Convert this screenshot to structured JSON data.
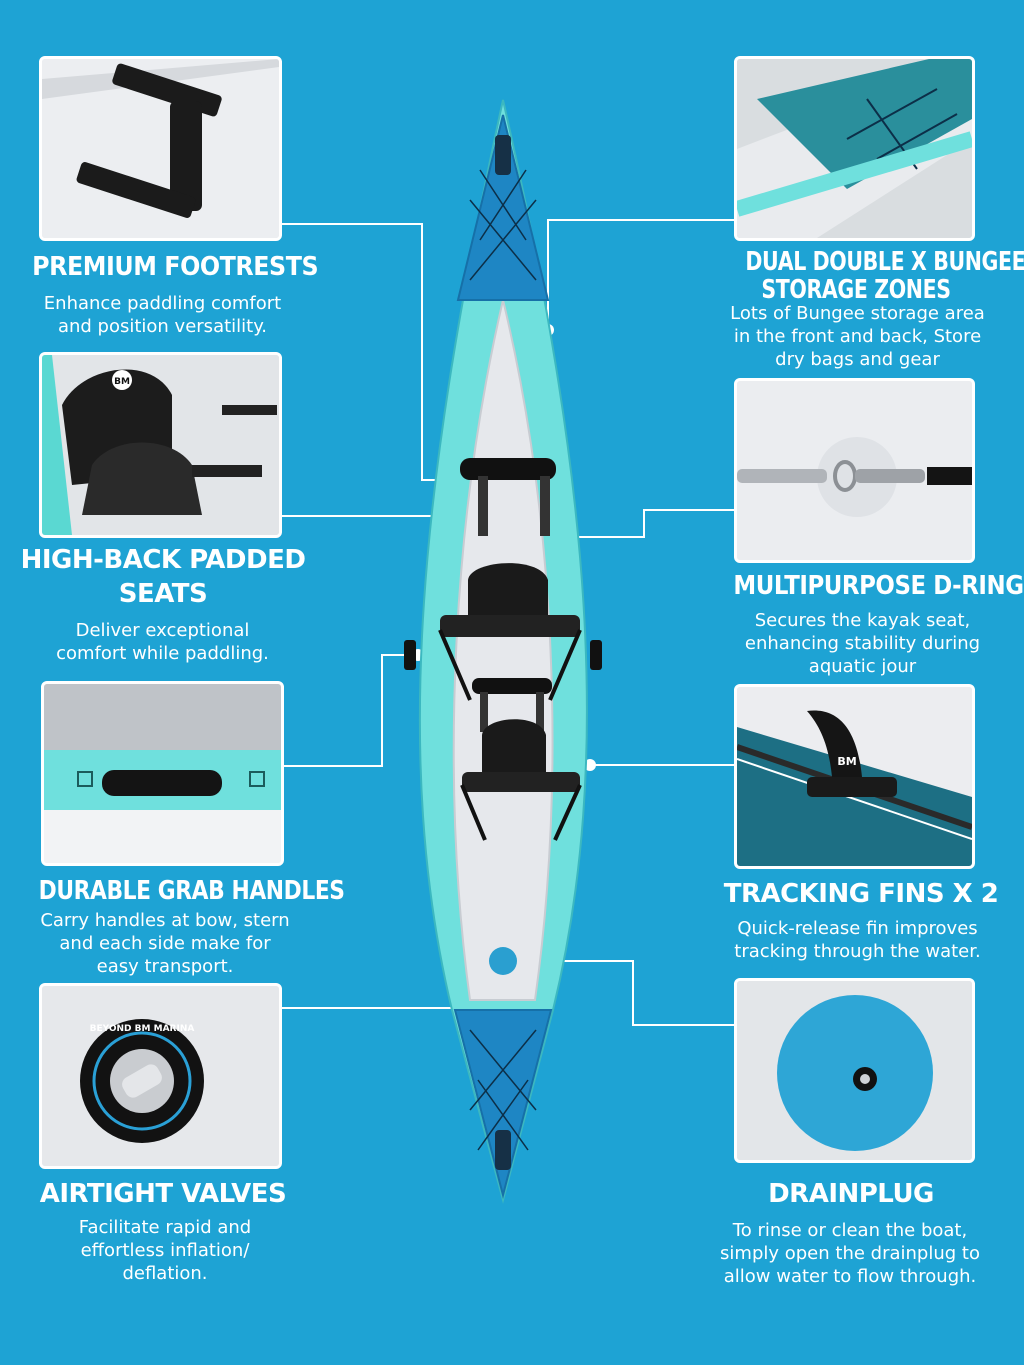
{
  "features": {
    "footrests": {
      "title": "PREMIUM FOOTRESTS",
      "text": "Enhance paddling comfort and position versatility."
    },
    "bungee": {
      "title_line1": "DUAL DOUBLE X BUNGEE",
      "title_line2": "STORAGE ZONES",
      "text": "Lots of Bungee storage area in the front and back, Store dry bags and gear"
    },
    "seats": {
      "title_line1": "HIGH-BACK PADDED",
      "title_line2": "SEATS",
      "text": "Deliver exceptional comfort while paddling."
    },
    "dring": {
      "title": "MULTIPURPOSE D-RING",
      "text": "Secures the kayak seat, enhancing stability during aquatic jour"
    },
    "handles": {
      "title": "DURABLE GRAB HANDLES",
      "text": "Carry handles at bow, stern and each side make for easy transport."
    },
    "fins": {
      "title": "TRACKING FINS X 2",
      "text": "Quick-release fin improves tracking through the water."
    },
    "valves": {
      "title": "AIRTIGHT VALVES",
      "text": "Facilitate rapid and effortless inflation/ deflation."
    },
    "drainplug": {
      "title": "DRAINPLUG",
      "text": "To rinse or clean the boat, simply open the drainplug to allow water to flow through."
    }
  },
  "brand_marks": {
    "seat_logo": "BM",
    "fin_logo": "BM",
    "valve_ring_text": "BEYOND BM MARINA"
  },
  "colors": {
    "background": "#1ea3d4",
    "hull_tube": "#6fe0dd",
    "deck_blue": "#1e86c4",
    "floor": "#e6e8ec"
  }
}
